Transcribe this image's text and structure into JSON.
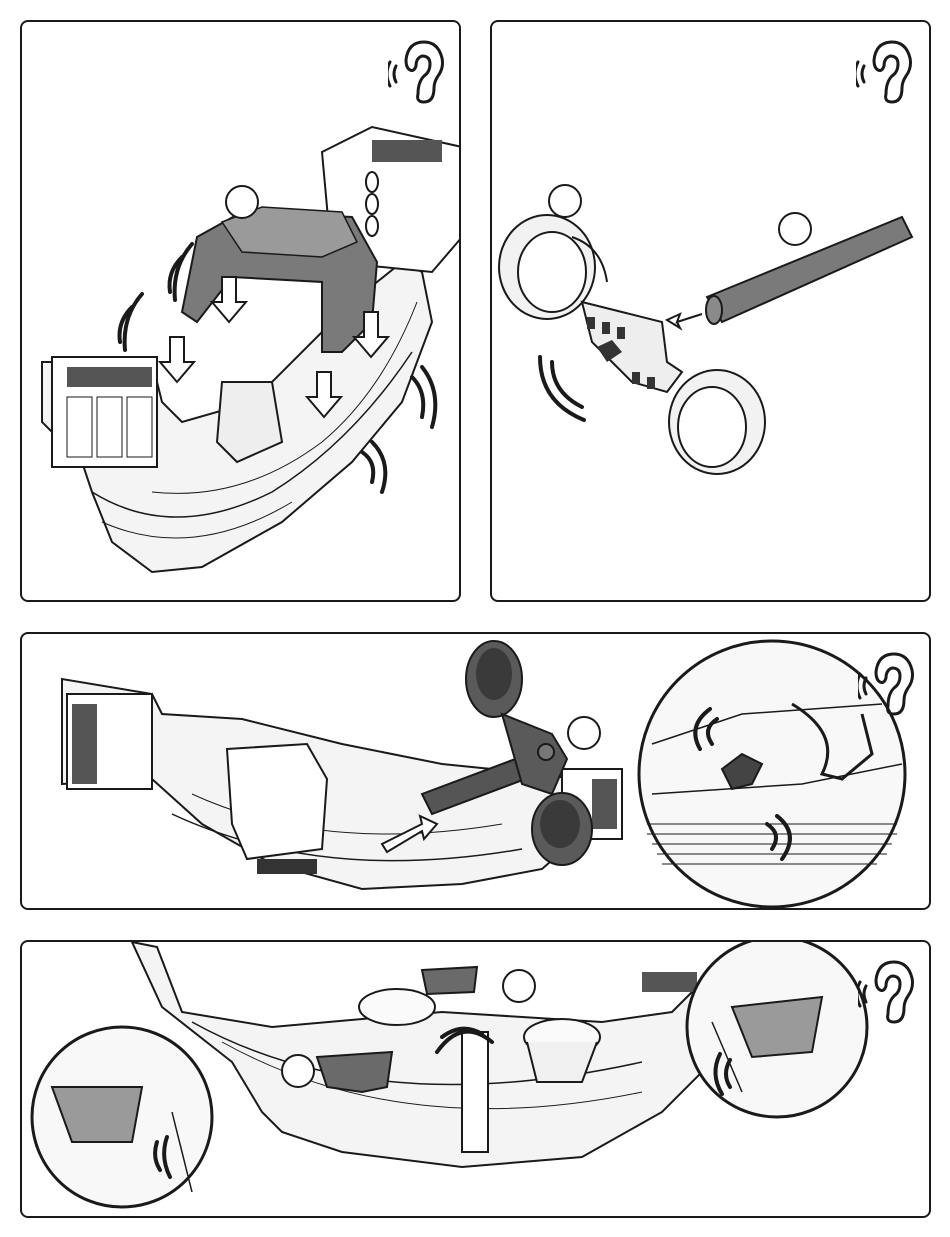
{
  "colors": {
    "outline": "#1a1a1a",
    "light_fill": "#f2f2f2",
    "mid_fill": "#d9d9d9",
    "dark_part": "#6e6e6e",
    "darkest_part": "#4a4a4a"
  },
  "icons": {
    "sound": "ear-sound-icon",
    "snap": "snap-sound-icon",
    "arrow": "down-arrow-icon"
  },
  "panels": [
    {
      "name": "step-1-seat-attach",
      "steps": 1
    },
    {
      "name": "step-2-handle-attach",
      "steps": 2
    },
    {
      "name": "step-3-handle-insert",
      "steps": 1
    },
    {
      "name": "step-4-cupholders",
      "steps": 2
    }
  ]
}
